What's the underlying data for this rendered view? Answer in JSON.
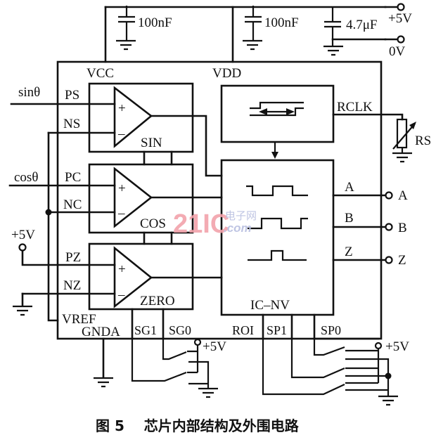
{
  "figure": {
    "caption": "图 5    芯片内部结构及外围电路",
    "watermark": {
      "brand": "21IC",
      "cn": "电子网",
      "domain": ".com"
    }
  },
  "power": {
    "capacitors": [
      {
        "id": "c1",
        "label": "100nF"
      },
      {
        "id": "c2",
        "label": "100nF"
      },
      {
        "id": "c3",
        "label": "4.7μF"
      }
    ],
    "terminals": {
      "plus5v": "+5V",
      "zero_v": "0V"
    }
  },
  "chip": {
    "name": "IC–NV",
    "supply_pins": {
      "vcc": "VCC",
      "vdd": "VDD"
    },
    "left_pins": [
      "PS",
      "NS",
      "PC",
      "NC",
      "PZ",
      "NZ",
      "VREF"
    ],
    "bottom_pins": [
      "GNDA",
      "SG1",
      "SG0",
      "ROI",
      "SP1",
      "SP0"
    ],
    "right_pin": "RCLK"
  },
  "comparators": [
    {
      "id": "sin",
      "label": "SIN",
      "plus": "+",
      "minus": "–"
    },
    {
      "id": "cos",
      "label": "COS",
      "plus": "+",
      "minus": "–"
    },
    {
      "id": "zero",
      "label": "ZERO",
      "plus": "+",
      "minus": "–"
    }
  ],
  "inputs": {
    "sin_signal": "sinθ",
    "cos_signal": "cosθ",
    "pz_supply": "+5V"
  },
  "outputs": [
    {
      "internal": "A",
      "terminal": "A"
    },
    {
      "internal": "B",
      "terminal": "B"
    },
    {
      "internal": "Z",
      "terminal": "Z"
    }
  ],
  "external": {
    "resistor": "RS",
    "switch_supply_left": "+5V",
    "switch_supply_right": "+5V"
  }
}
